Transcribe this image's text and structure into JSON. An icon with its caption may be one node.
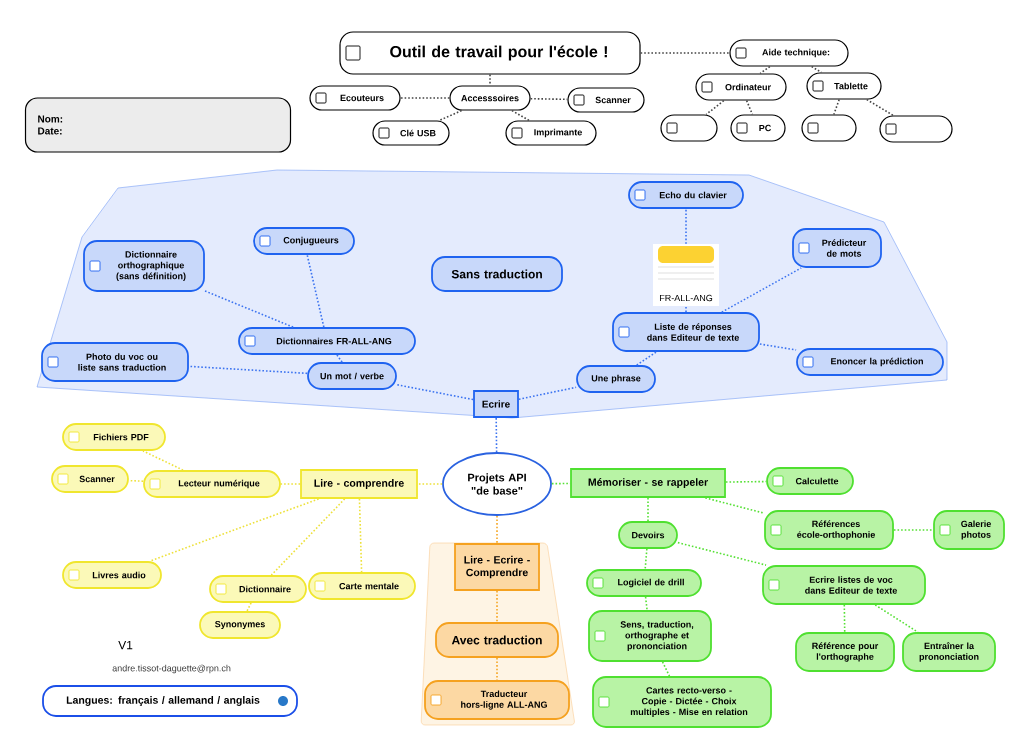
{
  "diagram": {
    "nodes": [
      {
        "text": [
          "Outil de travail pour l'école !"
        ]
      },
      {
        "text": [
          "Aide technique:"
        ]
      },
      {
        "text": [
          "Accesssoires"
        ]
      },
      {
        "text": [
          "Ecouteurs"
        ]
      },
      {
        "text": [
          "Scanner"
        ]
      },
      {
        "text": [
          "Clé USB"
        ]
      },
      {
        "text": [
          "Imprimante"
        ]
      },
      {
        "text": [
          "Ordinateur"
        ]
      },
      {
        "text": [
          "Tablette"
        ]
      },
      {
        "text": [],
        "shape": "box"
      },
      {
        "text": [
          "PC"
        ]
      },
      {
        "text": [],
        "shape": "box"
      },
      {
        "text": [],
        "shape": "box"
      },
      {
        "text": [
          "Nom:",
          "Date:"
        ]
      },
      {
        "text": [
          "Sans traduction"
        ]
      },
      {
        "text": [
          "Dictionnaire orthographique (sans définition)"
        ]
      },
      {
        "text": [
          "Conjugueurs"
        ]
      },
      {
        "text": [
          "Dictionnaires FR-ALL-ANG"
        ]
      },
      {
        "text": [
          "Photo du voc ou liste sans traduction"
        ]
      },
      {
        "text": [
          "Un mot / verbe"
        ]
      },
      {
        "text": [
          "Ecrire"
        ]
      },
      {
        "text": [
          "Echo du clavier"
        ]
      },
      {
        "text": [
          "FR-ALL-ANG"
        ]
      },
      {
        "text": [
          "Prédicteur de mots"
        ]
      },
      {
        "text": [
          "Liste de réponses dans Editeur de texte"
        ]
      },
      {
        "text": [
          "Une phrase"
        ]
      },
      {
        "text": [
          "Enoncer la prédiction"
        ]
      },
      {
        "text": [
          "Projets API \"de base\""
        ]
      },
      {
        "text": [
          "Lire - comprendre"
        ]
      },
      {
        "text": [
          "Fichiers PDF"
        ]
      },
      {
        "text": [
          "Scanner"
        ]
      },
      {
        "text": [
          "Lecteur numérique"
        ]
      },
      {
        "text": [
          "Livres audio"
        ]
      },
      {
        "text": [
          "Dictionnaire"
        ]
      },
      {
        "text": [
          "Synonymes"
        ]
      },
      {
        "text": [
          "Carte mentale"
        ]
      },
      {
        "text": [
          "Lire - Ecrire - Comprendre"
        ]
      },
      {
        "text": [
          "Avec traduction"
        ]
      },
      {
        "text": [
          "Traducteur hors-ligne ALL-ANG"
        ]
      },
      {
        "text": [
          "Mémoriser - se rappeler"
        ]
      },
      {
        "text": [
          "Calculette"
        ]
      },
      {
        "text": [
          "Devoirs"
        ]
      },
      {
        "text": [
          "Références école-orthophonie"
        ]
      },
      {
        "text": [
          "Galerie photos"
        ]
      },
      {
        "text": [
          "Logiciel de drill"
        ]
      },
      {
        "text": [
          "Ecrire listes de voc dans Editeur de texte"
        ]
      },
      {
        "text": [
          "Sens, traduction, orthographe et prononciation"
        ]
      },
      {
        "text": [
          "Référence pour l'orthographe"
        ]
      },
      {
        "text": [
          "Entraîner la prononciation"
        ]
      },
      {
        "text": [
          "Cartes recto-verso - Copie - Dictée - Choix multiples - Mise en relation"
        ]
      },
      {
        "text": [
          "Langues: français / allemand / anglais"
        ]
      }
    ],
    "edges": [
      {
        "from": 0,
        "to": 1,
        "arrow": "none",
        "color": "#444444"
      },
      {
        "from": 0,
        "to": 2,
        "arrow": "none",
        "color": "#444444"
      },
      {
        "from": 2,
        "to": 3,
        "arrow": "none",
        "color": "#444444"
      },
      {
        "from": 2,
        "to": 4,
        "arrow": "none",
        "color": "#444444"
      },
      {
        "from": 2,
        "to": 5,
        "arrow": "none",
        "color": "#444444"
      },
      {
        "from": 2,
        "to": 6,
        "arrow": "none",
        "color": "#444444"
      },
      {
        "from": 1,
        "to": 7,
        "arrow": "none",
        "color": "#444444"
      },
      {
        "from": 1,
        "to": 8,
        "arrow": "none",
        "color": "#444444"
      },
      {
        "from": 7,
        "to": 9,
        "arrow": "none",
        "color": "#444444"
      },
      {
        "from": 7,
        "to": 10,
        "arrow": "none",
        "color": "#444444"
      },
      {
        "from": 8,
        "to": 11,
        "arrow": "none",
        "color": "#444444"
      },
      {
        "from": 8,
        "to": 12,
        "arrow": "none",
        "color": "#444444"
      },
      {
        "from": 27,
        "to": 20,
        "arrow": "none",
        "color": "#3b73f0"
      },
      {
        "from": 20,
        "to": 19,
        "arrow": "none",
        "color": "#3b73f0"
      },
      {
        "from": 19,
        "to": 18,
        "arrow": "none",
        "color": "#3b73f0"
      },
      {
        "from": 19,
        "to": 17,
        "arrow": "none",
        "color": "#3b73f0"
      },
      {
        "from": 17,
        "to": 15,
        "arrow": "none",
        "color": "#3b73f0"
      },
      {
        "from": 17,
        "to": 16,
        "arrow": "none",
        "color": "#3b73f0"
      },
      {
        "from": 20,
        "to": 25,
        "arrow": "none",
        "color": "#3b73f0"
      },
      {
        "from": 25,
        "to": 24,
        "arrow": "none",
        "color": "#3b73f0"
      },
      {
        "from": 24,
        "to": 22,
        "arrow": "none",
        "color": "#3b73f0"
      },
      {
        "from": 22,
        "to": 21,
        "arrow": "none",
        "color": "#3b73f0"
      },
      {
        "from": 24,
        "to": 23,
        "arrow": "none",
        "color": "#3b73f0"
      },
      {
        "from": 24,
        "to": 26,
        "arrow": "none",
        "color": "#3b73f0"
      },
      {
        "from": 27,
        "to": 28,
        "arrow": "none",
        "color": "#ede13a"
      },
      {
        "from": 28,
        "to": 31,
        "arrow": "none",
        "color": "#ede13a"
      },
      {
        "from": 31,
        "to": 29,
        "arrow": "none",
        "color": "#ede13a"
      },
      {
        "from": 31,
        "to": 30,
        "arrow": "none",
        "color": "#ede13a"
      },
      {
        "from": 28,
        "to": 32,
        "arrow": "none",
        "color": "#ede13a"
      },
      {
        "from": 28,
        "to": 33,
        "arrow": "none",
        "color": "#ede13a"
      },
      {
        "from": 33,
        "to": 34,
        "arrow": "none",
        "color": "#ede13a"
      },
      {
        "from": 28,
        "to": 35,
        "arrow": "none",
        "color": "#ede13a"
      },
      {
        "from": 27,
        "to": 36,
        "arrow": "none",
        "color": "#f5a623"
      },
      {
        "from": 36,
        "to": 37,
        "arrow": "none",
        "color": "#f5a623"
      },
      {
        "from": 37,
        "to": 38,
        "arrow": "none",
        "color": "#f5a623"
      },
      {
        "from": 27,
        "to": 39,
        "arrow": "none",
        "color": "#55e034"
      },
      {
        "from": 39,
        "to": 40,
        "arrow": "none",
        "color": "#55e034"
      },
      {
        "from": 39,
        "to": 42,
        "arrow": "none",
        "color": "#55e034"
      },
      {
        "from": 42,
        "to": 43,
        "arrow": "none",
        "color": "#55e034"
      },
      {
        "from": 39,
        "to": 41,
        "arrow": "none",
        "color": "#55e034"
      },
      {
        "from": 41,
        "to": 44,
        "arrow": "none",
        "color": "#55e034"
      },
      {
        "from": 44,
        "to": 46,
        "arrow": "none",
        "color": "#55e034"
      },
      {
        "from": 46,
        "to": 49,
        "arrow": "none",
        "color": "#55e034"
      },
      {
        "from": 41,
        "to": 45,
        "arrow": "none",
        "color": "#55e034"
      },
      {
        "from": 45,
        "to": 47,
        "arrow": "none",
        "color": "#55e034"
      },
      {
        "from": 45,
        "to": 48,
        "arrow": "none",
        "color": "#55e034"
      }
    ],
    "labels": [
      "V1",
      "andre.tissot-daguette@rpn.ch"
    ]
  }
}
